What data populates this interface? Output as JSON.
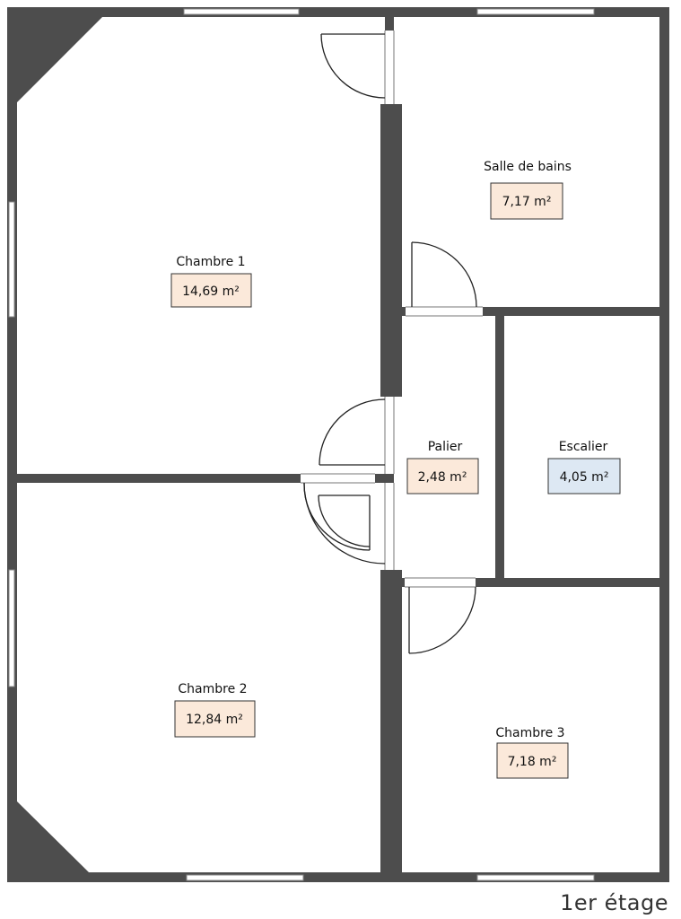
{
  "floor_label": "1er étage",
  "colors": {
    "wall": "#4d4d4d",
    "area_box_default": "#fbe9da",
    "area_box_stairs": "#dde8f3"
  },
  "rooms": [
    {
      "id": "chambre-1",
      "name": "Chambre 1",
      "area": "14,69 m²"
    },
    {
      "id": "salle-de-bains",
      "name": "Salle de bains",
      "area": "7,17 m²"
    },
    {
      "id": "palier",
      "name": "Palier",
      "area": "2,48 m²"
    },
    {
      "id": "escalier",
      "name": "Escalier",
      "area": "4,05 m²"
    },
    {
      "id": "chambre-2",
      "name": "Chambre 2",
      "area": "12,84 m²"
    },
    {
      "id": "chambre-3",
      "name": "Chambre 3",
      "area": "7,18 m²"
    }
  ]
}
